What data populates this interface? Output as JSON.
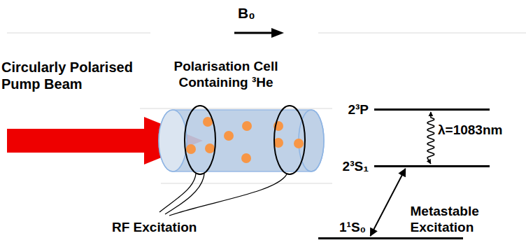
{
  "diagram": {
    "nodes": [
      {
        "text": [
          "2³P"
        ]
      },
      {
        "text": [
          "2³S₁"
        ]
      },
      {
        "text": [
          "1¹S₀"
        ]
      }
    ],
    "edges": [
      {
        "from": 0,
        "to": 1,
        "label": "λ=1083nm",
        "arrow": "both"
      },
      {
        "from": 2,
        "to": 1,
        "label": "Metastable Excitation",
        "arrow": "both"
      }
    ],
    "labels": [
      "B₀",
      "Circularly Polarised Pump Beam",
      "Polarisation Cell Containing ³He",
      "RF Excitation"
    ]
  }
}
